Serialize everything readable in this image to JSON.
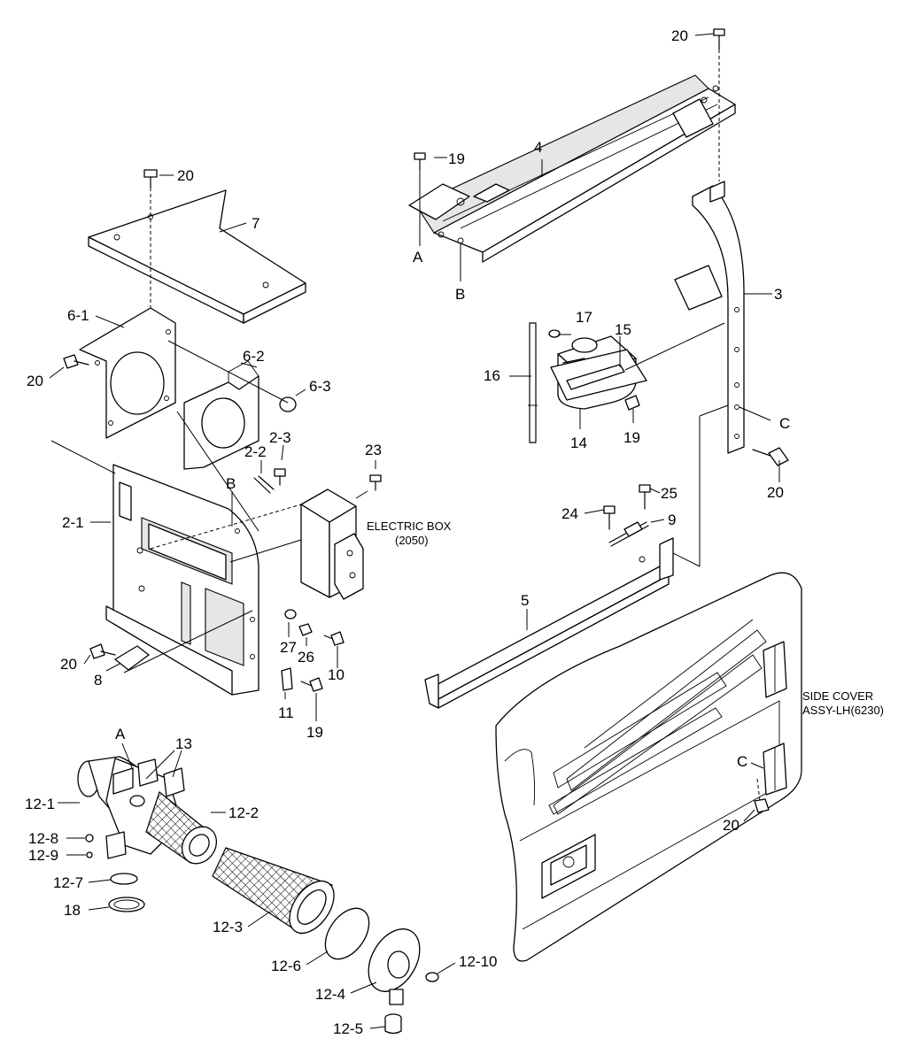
{
  "labels": {
    "p20_top": "20",
    "p19_top": "19",
    "p4": "4",
    "pA_top": "A",
    "pB_top": "B",
    "p3": "3",
    "p17": "17",
    "p15": "15",
    "p16": "16",
    "p14": "14",
    "p19_mid": "19",
    "pC_right": "C",
    "p20_right": "20",
    "p20_plate": "20",
    "p7": "7",
    "p6_1": "6-1",
    "p6_2": "6-2",
    "p6_3": "6-3",
    "p20_left": "20",
    "p2_2": "2-2",
    "p2_3": "2-3",
    "pB_panel": "B",
    "p23": "23",
    "p2_1": "2-1",
    "electric_box": "ELECTRIC BOX",
    "electric_box_code": "(2050)",
    "p25": "25",
    "p24": "24",
    "p9": "9",
    "p5": "5",
    "p27": "27",
    "p26": "26",
    "p10": "10",
    "p20_bottom": "20",
    "p8": "8",
    "p11": "11",
    "p19_bottom": "19",
    "side_cover_1": "SIDE COVER",
    "side_cover_2": "ASSY-LH(6230)",
    "pA_filter": "A",
    "p13": "13",
    "p12_1": "12-1",
    "p12_2": "12-2",
    "p12_8": "12-8",
    "p12_9": "12-9",
    "p12_7": "12-7",
    "p18": "18",
    "p12_3": "12-3",
    "p12_6": "12-6",
    "p12_4": "12-4",
    "p12_10": "12-10",
    "p12_5": "12-5",
    "pC_cover": "C",
    "p20_cover": "20"
  }
}
